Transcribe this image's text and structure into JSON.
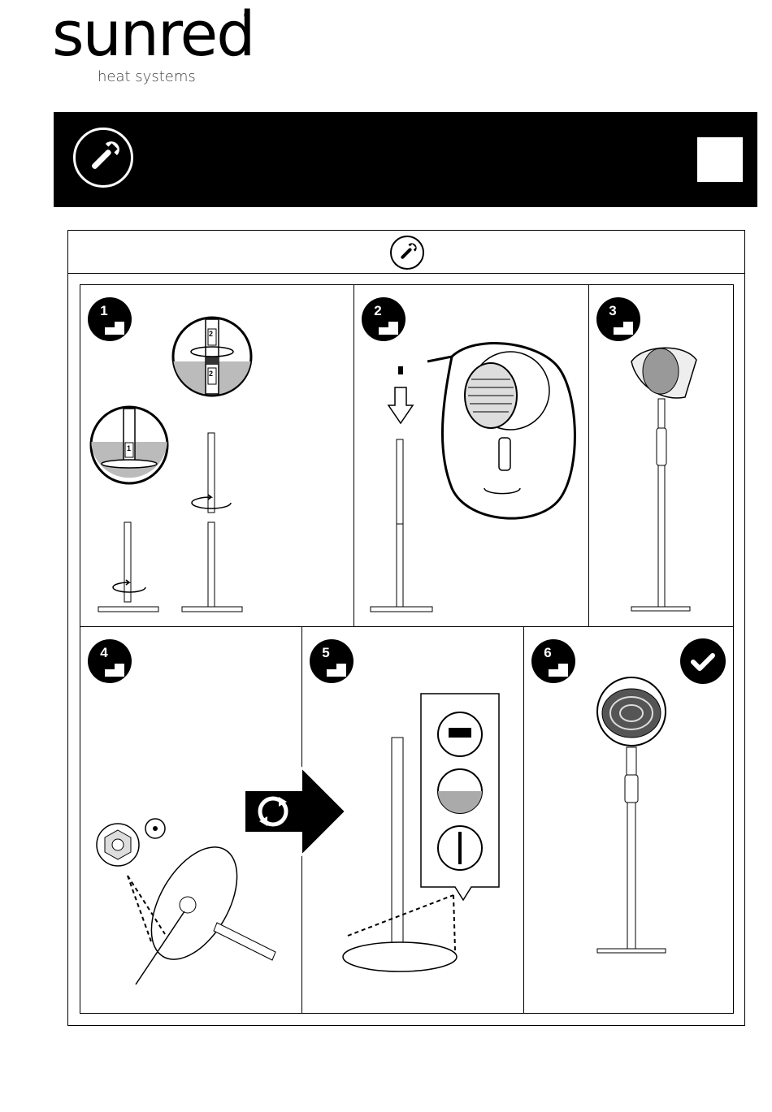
{
  "brand": {
    "name": "sunred",
    "registered": "®",
    "tagline": "heat systems"
  },
  "banner": {
    "icon": "wrench-icon",
    "colors": {
      "background": "#000000",
      "foreground": "#ffffff"
    }
  },
  "section": {
    "icon": "wrench-icon"
  },
  "steps": [
    {
      "number": "1",
      "labels": [
        "2",
        "1"
      ]
    },
    {
      "number": "2"
    },
    {
      "number": "3"
    },
    {
      "number": "4"
    },
    {
      "number": "5"
    },
    {
      "number": "6",
      "status_icon": "checkmark-icon"
    }
  ],
  "tube_markers": {
    "upper": "2",
    "lower": "2",
    "base": "1"
  }
}
